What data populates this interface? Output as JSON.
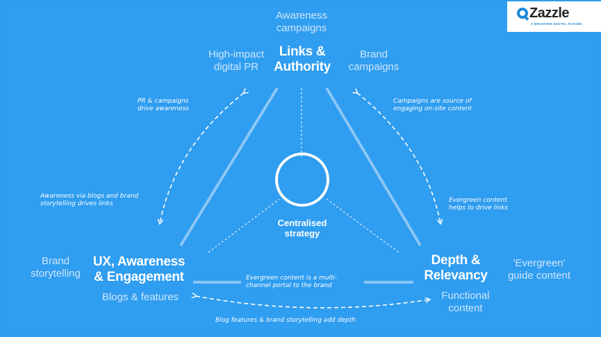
{
  "brand": {
    "name": "Zazzle",
    "tagline": "A BRIGHTER DIGITAL FUTURE",
    "accent": "#1e88d9",
    "background": "#2f9df0"
  },
  "nodes": {
    "top": {
      "title_line1": "Links &",
      "title_line2": "Authority",
      "above_line1": "Awareness",
      "above_line2": "campaigns",
      "left_line1": "High-impact",
      "left_line2": "digital PR",
      "right_line1": "Brand",
      "right_line2": "campaigns"
    },
    "left": {
      "title_line1": "UX, Awareness",
      "title_line2": "&  Engagement",
      "side_line1": "Brand",
      "side_line2": "storytelling",
      "below": "Blogs & features"
    },
    "right": {
      "title_line1": "Depth &",
      "title_line2": "Relevancy",
      "side_line1": "'Evergreen'",
      "side_line2": "guide content",
      "below_line1": "Functional",
      "below_line2": "content"
    },
    "center": {
      "line1": "Centralised",
      "line2": "strategy"
    }
  },
  "annotations": {
    "pr_line1": "PR & campaigns",
    "pr_line2": "drive awareness",
    "campaigns_line1": "Campaigns are source of",
    "campaigns_line2": "engaging on-site content",
    "awareness_line1": "Awareness via blogs and brand",
    "awareness_line2": "storytelling drives links",
    "evergreen_links_line1": "Evergreen content",
    "evergreen_links_line2": "helps to drive links",
    "multichannel_line1": "Evergreen content is a multi-",
    "multichannel_line2": "channel portal to the brand",
    "bottom": "Blog features & brand storytelling add depth"
  }
}
